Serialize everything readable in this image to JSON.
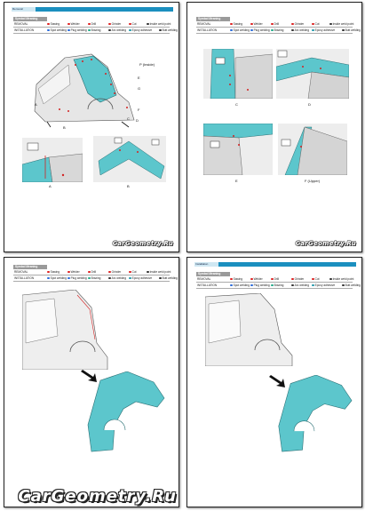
{
  "watermark": "CarGeometry.Ru",
  "pages": [
    {
      "header_tab": "Removal",
      "legend_title": "Symbol Meaning",
      "captions": [
        "P (Inside)",
        "E",
        "G",
        "A",
        "B",
        "F",
        "C",
        "D",
        "A",
        "B"
      ]
    },
    {
      "legend_title": "Symbol Meaning",
      "captions": [
        "C",
        "D",
        "E",
        "F (Upper)"
      ]
    },
    {
      "legend_title": "Symbol Meaning",
      "captions": []
    },
    {
      "header_tab": "Installation",
      "legend_title": "Symbol Meaning",
      "captions": []
    }
  ],
  "legend": {
    "removal_label": "REMOVAL",
    "installation_label": "INSTALLATION",
    "removal_items": [
      "Sawing",
      "Welder",
      "Drill",
      "Grinder",
      "Cut",
      "Inside weld point"
    ],
    "installation_items": [
      "Spot welding",
      "Plug welding",
      "Brazing",
      "Arc welding",
      "Epoxy adhesive",
      "Butt welding"
    ]
  },
  "colors": {
    "header_blue": "#1b8fbf",
    "part_cyan": "#5cc6cc",
    "frame_gray": "#cfcfcf",
    "mark_red": "#d22222"
  }
}
